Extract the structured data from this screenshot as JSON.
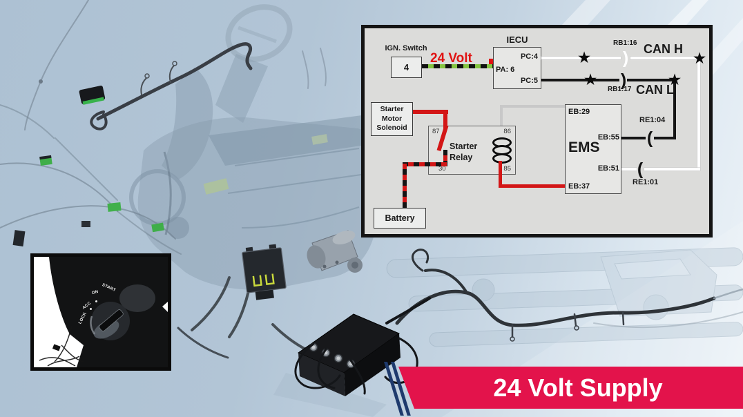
{
  "diagram": {
    "title_iecu": "IECU",
    "ign_switch_label": "IGN. Switch",
    "ign_switch_pin": "4",
    "volt_label": "24 Volt",
    "pins": {
      "pc4": "PC:4",
      "pa6": "PA: 6",
      "pc5": "PC:5"
    },
    "can_h": {
      "connector": "RB1:16",
      "label": "CAN H"
    },
    "can_l": {
      "connector": "RB1:17",
      "label": "CAN L"
    },
    "ems": {
      "title": "EMS",
      "eb29": "EB:29",
      "eb55": "EB:55",
      "eb51": "EB:51",
      "eb37": "EB:37"
    },
    "re104": "RE1:04",
    "re101": "RE1:01",
    "relay": {
      "title": "Starter\nRelay",
      "p87": "87",
      "p86": "86",
      "p30": "30",
      "p85": "85"
    },
    "solenoid_label": "Starter\nMotor\nSolenoid",
    "battery_label": "Battery",
    "symbols": {
      "star": "★",
      "break_open": "(",
      "break_close": ")"
    }
  },
  "ignition_inset": {
    "positions": [
      "LOCK",
      "ACC",
      "ON",
      "START"
    ]
  },
  "footer": {
    "caption": "24 Volt Supply"
  },
  "colors": {
    "banner_red": "#e3134b",
    "stripe_navy": "#1e3a6d",
    "volt_red": "#e01212",
    "wire_red": "#d31616",
    "wire_green": "#84c441",
    "wire_white": "#ffffff",
    "wire_black": "#151515"
  }
}
